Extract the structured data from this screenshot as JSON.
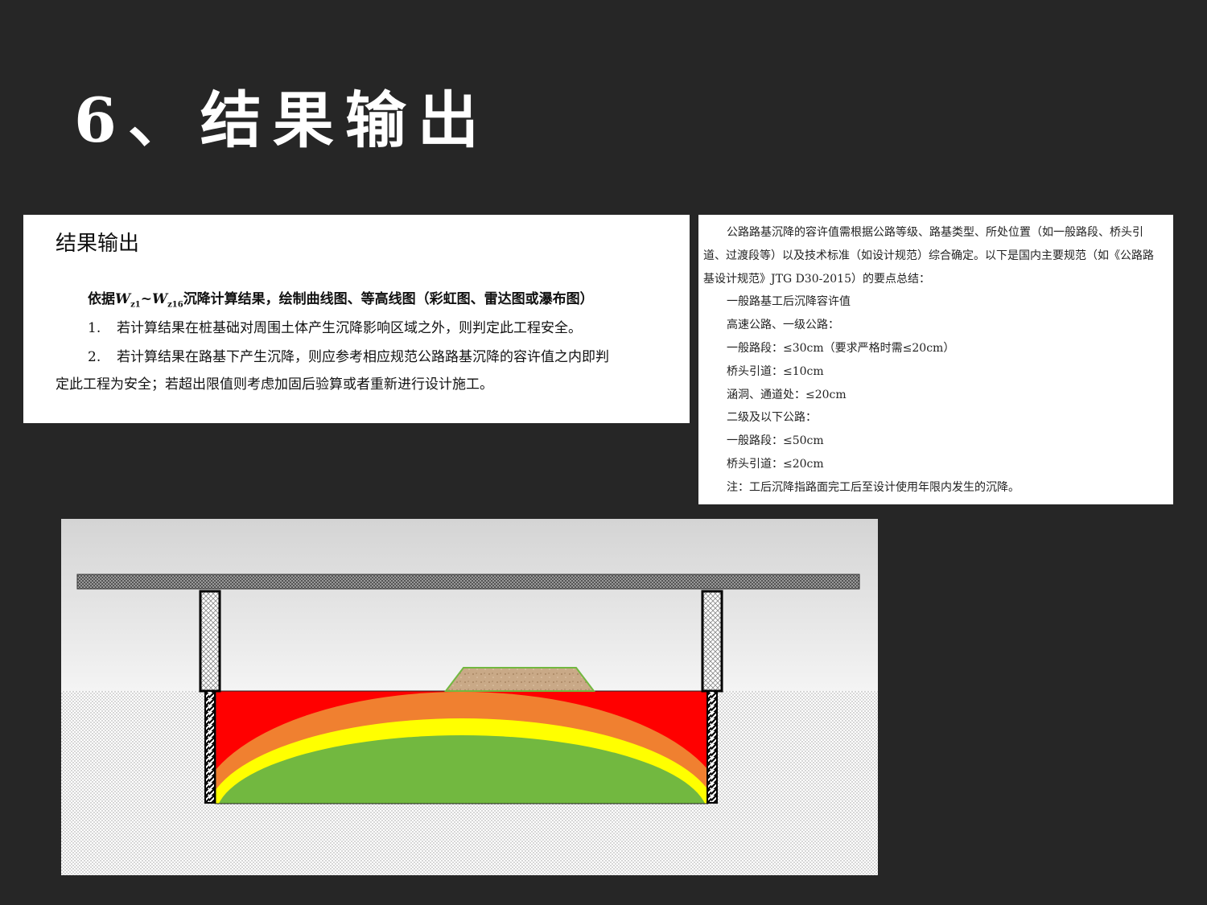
{
  "slide": {
    "title": "6、结果输出"
  },
  "left_panel": {
    "heading": "结果输出",
    "lead": {
      "prefix": "依据",
      "w1": "W",
      "w1_sub": "z1",
      "tilde": "~",
      "w2": "W",
      "w2_sub": "z16",
      "suffix": "沉降计算结果，绘制曲线图、等高线图（彩虹图、雷达图或瀑布图）"
    },
    "items": [
      {
        "num": "1.",
        "text": "若计算结果在桩基础对周围土体产生沉降影响区域之外，则判定此工程安全。"
      },
      {
        "num": "2.",
        "text": "若计算结果在路基下产生沉降，则应参考相应规范公路路基沉降的容许值之内即判"
      }
    ],
    "continuation": "定此工程为安全；若超出限值则考虑加固后验算或者重新进行设计施工。"
  },
  "right_panel": {
    "intro": "公路路基沉降的容许值需根据公路等级、路基类型、所处位置（如一般路段、桥头引道、过渡段等）以及技术标准（如设计规范）综合确定。以下是国内主要规范（如《公路路基设计规范》JTG D30-2015）的要点总结：",
    "lines": [
      "一般路基工后沉降容许值",
      "高速公路、一级公路：",
      "一般路段：≤30cm（要求严格时需≤20cm）",
      "桥头引道：≤10cm",
      "涵洞、通道处：≤20cm",
      "二级及以下公路：",
      "一般路段：≤50cm",
      "桥头引道：≤20cm",
      "注：工后沉降指路面完工后至设计使用年限内发生的沉降。"
    ]
  },
  "diagram": {
    "colors": {
      "sky": "#e6e6e6",
      "ground": "#ffffff",
      "zone_red": "#ff0000",
      "zone_orange": "#f08030",
      "zone_yellow": "#ffff00",
      "zone_green": "#72b840",
      "embankment": "#c8a882",
      "embankment_edge": "#72b840"
    }
  }
}
